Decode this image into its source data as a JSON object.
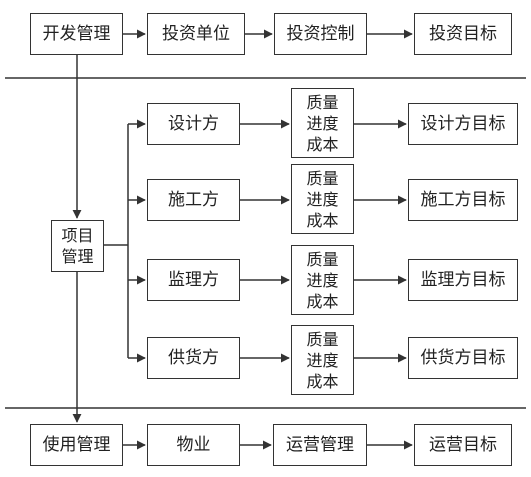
{
  "nodes": {
    "kaifa": "开发管理",
    "touzi_danwei": "投资单位",
    "touzi_kongzhi": "投资控制",
    "touzi_mubiao": "投资目标",
    "xiangmu_1": "项目",
    "xiangmu_2": "管理",
    "sheji": "设计方",
    "shigong": "施工方",
    "jianli": "监理方",
    "gonghuo": "供货方",
    "zhiliang": "质量",
    "jindu": "进度",
    "chengben": "成本",
    "sheji_mubiao": "设计方目标",
    "shigong_mubiao": "施工方目标",
    "jianli_mubiao": "监理方目标",
    "gonghuo_mubiao": "供货方目标",
    "shiyong": "使用管理",
    "wuye": "物业",
    "yunying_guanli": "运营管理",
    "yunying_mubiao": "运营目标"
  },
  "colors": {
    "line": "#333333",
    "box_border": "#333333",
    "text": "#222222",
    "background": "#ffffff"
  }
}
